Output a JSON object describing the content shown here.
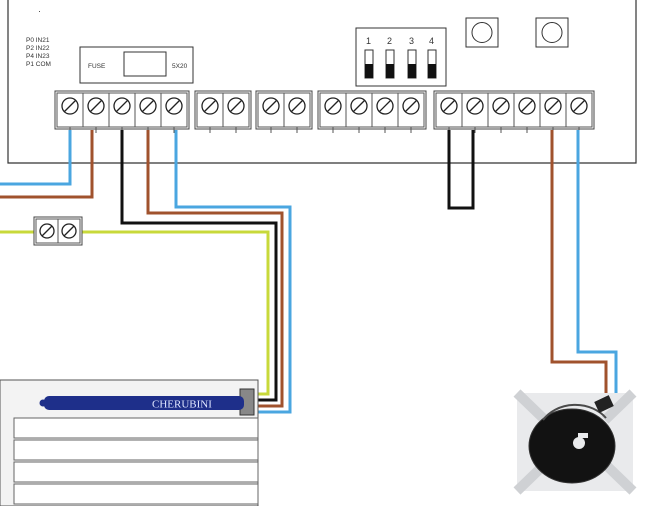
{
  "control_box": {
    "input_legend": [
      "P0 IN21",
      "P2 IN22",
      "P4 IN23",
      "P1 COM"
    ],
    "fuse_label": "FUSE",
    "fuse_rating": "5X20"
  },
  "dip_switch": {
    "numbers": [
      "1",
      "2",
      "3",
      "4"
    ]
  },
  "motor": {
    "brand": "CHERUBINI"
  },
  "colors": {
    "blue": "#4aa6e0",
    "brown": "#a0522d",
    "black": "#111111",
    "yellow_green": "#c8d93a",
    "motor_bar": "#1e2f8a"
  }
}
